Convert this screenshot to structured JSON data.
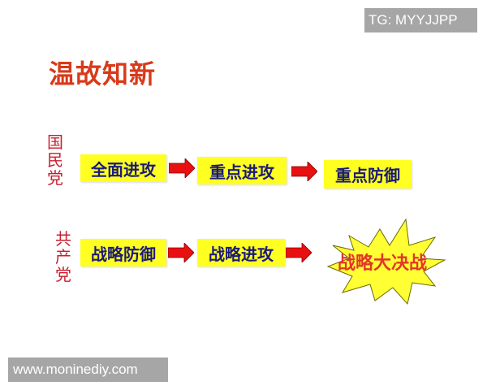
{
  "watermarks": {
    "top": "TG: MYYJJPP",
    "bottom": "www.moninediy.com"
  },
  "title": "温故知新",
  "rows": [
    {
      "party": "国民党",
      "party_chars": [
        "国",
        "民",
        "党"
      ],
      "stages": [
        "全面进攻",
        "重点进攻",
        "重点防御"
      ]
    },
    {
      "party": "共产党",
      "party_chars": [
        "共",
        "产",
        "党"
      ],
      "stages": [
        "战略防御",
        "战略进攻",
        "战略大决战"
      ]
    }
  ],
  "colors": {
    "title": "#d83a1a",
    "party_label": "#c81e2e",
    "box_fill": "#ffff22",
    "box_text": "#1a1a7a",
    "arrow": "#e81010",
    "burst_fill": "#ffff33",
    "burst_text": "#e2362a"
  }
}
